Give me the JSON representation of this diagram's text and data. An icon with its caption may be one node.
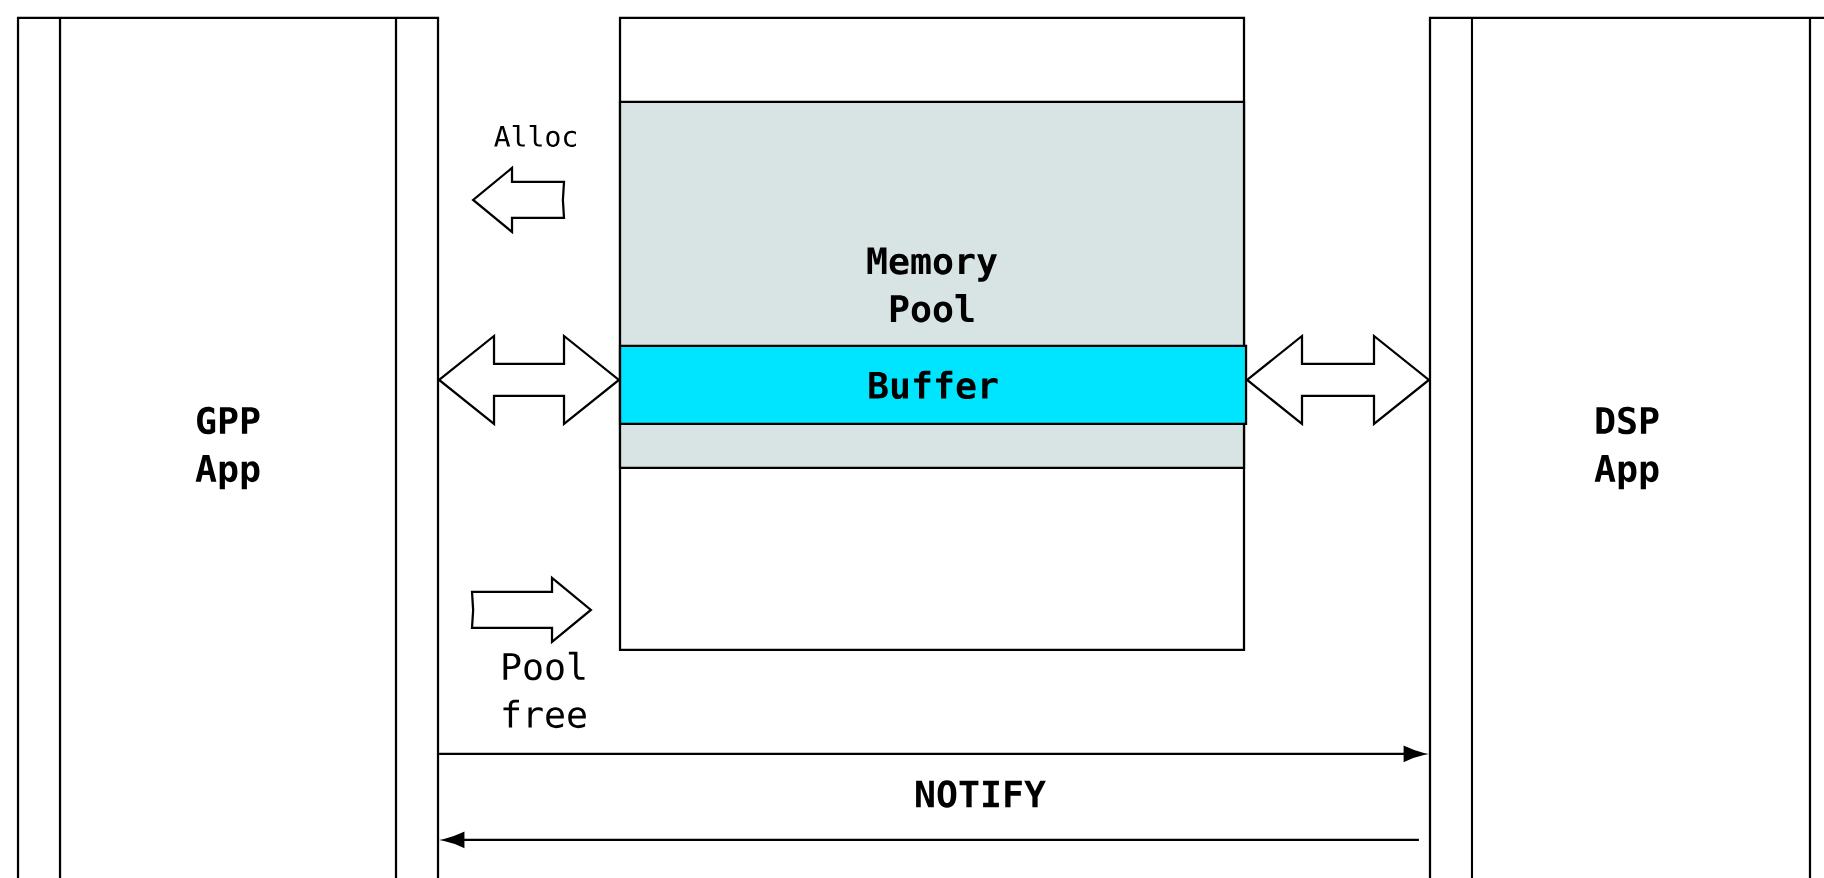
{
  "diagram": {
    "nodes": [
      {
        "text": [
          "GPP App"
        ]
      },
      {
        "text": [],
        "shape": "box"
      },
      {
        "text": [
          "Memory Pool"
        ],
        "in": 1
      },
      {
        "text": [
          "Buffer"
        ],
        "in": 2
      },
      {
        "text": [
          "DSP App"
        ]
      }
    ],
    "edges": [
      {
        "from": 0,
        "to": 3,
        "arrow": "both"
      },
      {
        "from": 3,
        "to": 4,
        "arrow": "both"
      },
      {
        "from": 2,
        "to": 0,
        "arrow": "to",
        "label": "Alloc"
      },
      {
        "from": 0,
        "to": 1,
        "arrow": "to",
        "label": "Pool free"
      },
      {
        "from": 0,
        "to": 4,
        "arrow": "to",
        "label": "NOTIFY"
      },
      {
        "from": 4,
        "to": 0,
        "arrow": "to"
      }
    ]
  }
}
